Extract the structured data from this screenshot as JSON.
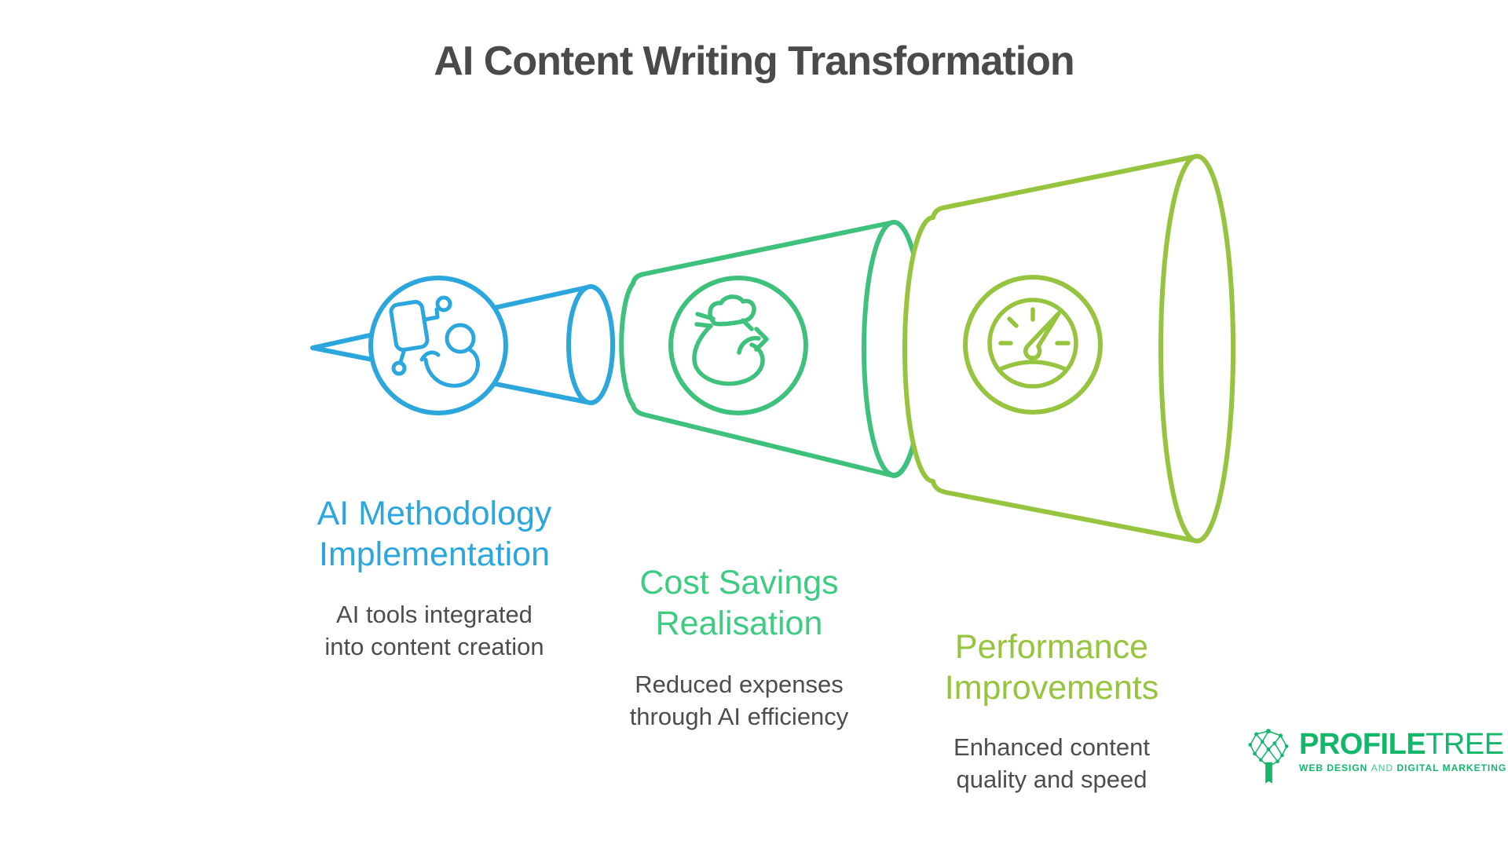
{
  "title": "AI Content Writing Transformation",
  "colors": {
    "background": "#FFFFFF",
    "title_text": "#4A4A4A",
    "body_text": "#4D4D4D",
    "segment1_blue": "#2BA7DE",
    "segment2_green": "#3DC17D",
    "segment3_lime": "#97C43F",
    "heading1_blue": "#2BA7DE",
    "heading2_green": "#3ECC83",
    "heading3_lime": "#96C43D",
    "logo_green": "#12B76A"
  },
  "stages": [
    {
      "id": "ai-methodology-implementation",
      "icon": "person-with-ai-board-icon",
      "heading_line1": "AI Methodology",
      "heading_line2": "Implementation",
      "desc_line1": "AI tools integrated",
      "desc_line2": "into content creation"
    },
    {
      "id": "cost-savings-realisation",
      "icon": "money-bag-cycle-icon",
      "heading_line1": "Cost Savings",
      "heading_line2": "Realisation",
      "desc_line1": "Reduced expenses",
      "desc_line2": "through AI efficiency"
    },
    {
      "id": "performance-improvements",
      "icon": "speedometer-icon",
      "heading_line1": "Performance",
      "heading_line2": "Improvements",
      "desc_line1": "Enhanced content",
      "desc_line2": "quality and speed"
    }
  ],
  "logo": {
    "name_part1": "PROFILE",
    "name_part2": "TREE",
    "tagline_part1": "WEB DESIGN",
    "tagline_and": "AND",
    "tagline_part2": "DIGITAL MARKETING"
  }
}
